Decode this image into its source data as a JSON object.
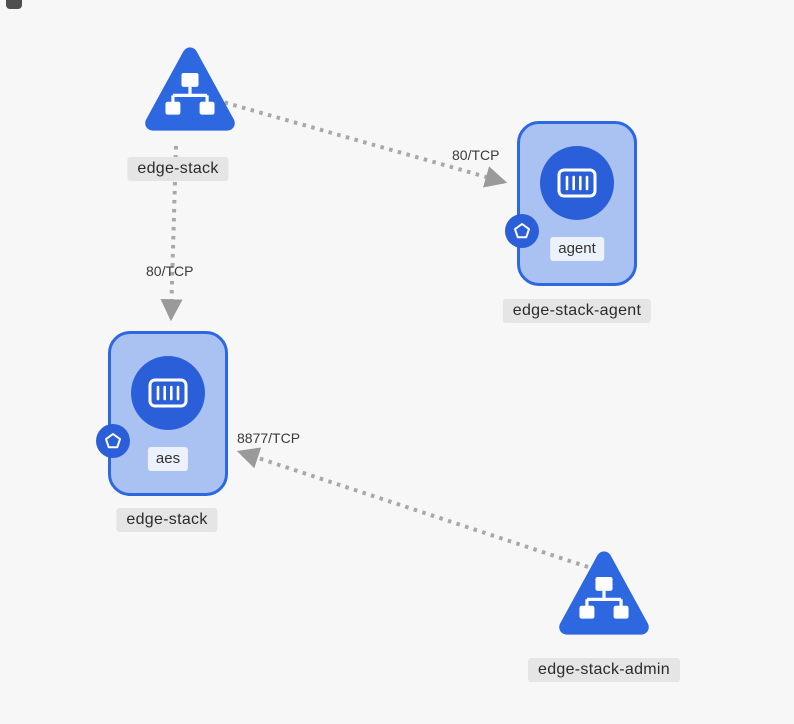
{
  "colors": {
    "background": "#f7f7f7",
    "accent_blue": "#2d68e0",
    "pod_fill": "#a9c2f2",
    "icon_circle_blue": "#2b5fd9",
    "edge_line": "#a8a8a8",
    "arrow_head": "#9a9a9a",
    "label_background": "#e5e5e5",
    "label_text": "#2b2b2b"
  },
  "nodes": {
    "service_edge_stack": {
      "type": "service",
      "label": "edge-stack"
    },
    "pod_edge_stack_agent": {
      "type": "pod",
      "container_label": "agent",
      "label": "edge-stack-agent"
    },
    "pod_edge_stack": {
      "type": "pod",
      "container_label": "aes",
      "label": "edge-stack"
    },
    "service_edge_stack_admin": {
      "type": "service",
      "label": "edge-stack-admin"
    }
  },
  "edges": [
    {
      "from": "service_edge_stack",
      "to": "pod_edge_stack_agent",
      "label": "80/TCP"
    },
    {
      "from": "service_edge_stack",
      "to": "pod_edge_stack",
      "label": "80/TCP"
    },
    {
      "from": "service_edge_stack_admin",
      "to": "pod_edge_stack",
      "label": "8877/TCP"
    }
  ]
}
